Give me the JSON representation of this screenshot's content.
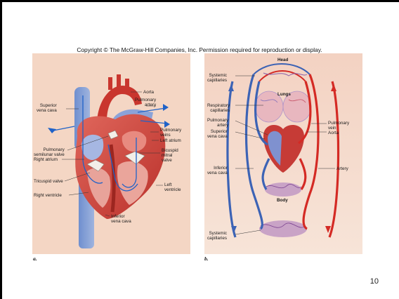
{
  "copyright": "Copyright © The McGraw-Hill Companies, Inc. Permission required for reproduction or display.",
  "page_number": "10",
  "panel_a": {
    "letter": "a.",
    "labels": {
      "superior_vena_cava": "Superior\nvena cava",
      "aorta": "Aorta",
      "pulmonary_artery": "Pulmonary\nartery",
      "pulmonary_veins": "Pulmonary\nveins",
      "left_atrium": "Left atrium",
      "pulmonary_semilunar_valve": "Pulmonary\nsemilunar valve",
      "right_atrium": "Right atrium",
      "bicuspid_mitral_valve": "Bicuspid\nmitral\nvalve",
      "tricuspid_valve": "Tricuspid valve",
      "left_ventricle": "Left\nventricle",
      "right_ventricle": "Right ventricle",
      "inferior_vena_cava": "Inferior\nvena cava"
    }
  },
  "panel_b": {
    "letter": "b.",
    "labels": {
      "head": "Head",
      "systemic_capillaries_top": "Systemic\ncapillaries",
      "lungs": "Lungs",
      "respiratory_capillaries": "Respiratory\ncapillaries",
      "pulmonary_artery": "Pulmonary\nartery",
      "superior_vena_cava": "Superior\nvena cava",
      "pulmonary_vein": "Pulmonary\nvein",
      "aorta": "Aorta",
      "inferior_vena_cava": "Inferior\nvena cava",
      "artery": "Artery",
      "body": "Body",
      "systemic_capillaries_bottom": "Systemic\ncapillaries"
    }
  },
  "colors": {
    "oxygenated": "#d42a24",
    "deoxygenated": "#3c63b5",
    "muscle": "#c9463c",
    "panel_bg": "#f4d6c4"
  }
}
